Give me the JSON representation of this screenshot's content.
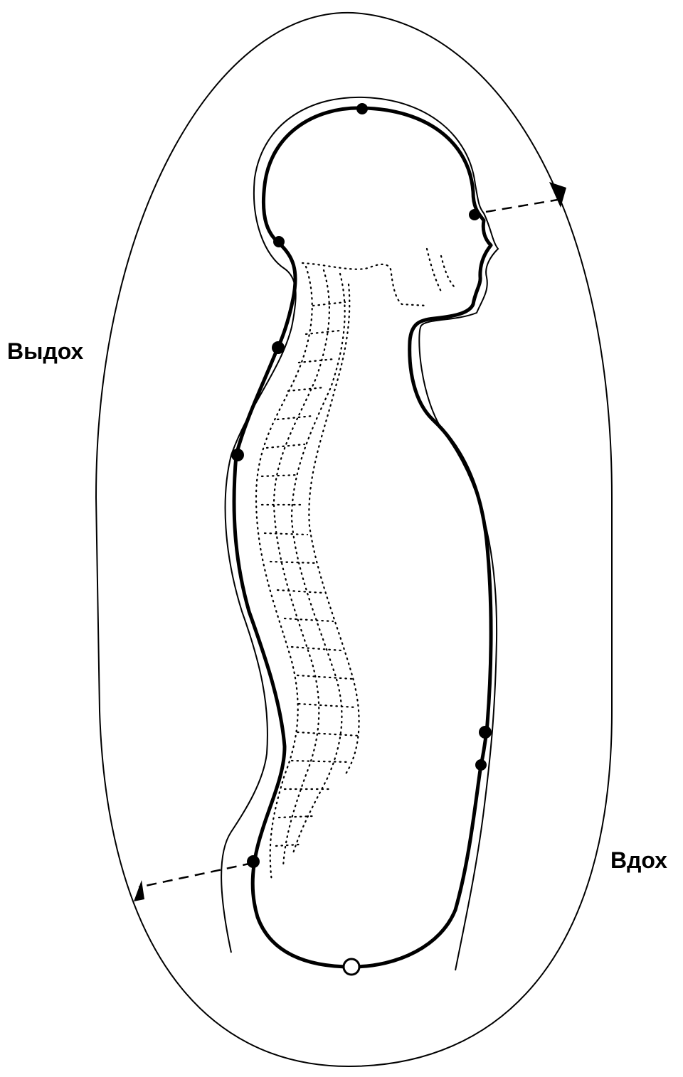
{
  "labels": {
    "exhale": "Выдох",
    "inhale": "Вдох"
  },
  "colors": {
    "ink": "#000000",
    "background": "#ffffff"
  },
  "points": {
    "filled_count": 8,
    "hollow_count": 1
  }
}
